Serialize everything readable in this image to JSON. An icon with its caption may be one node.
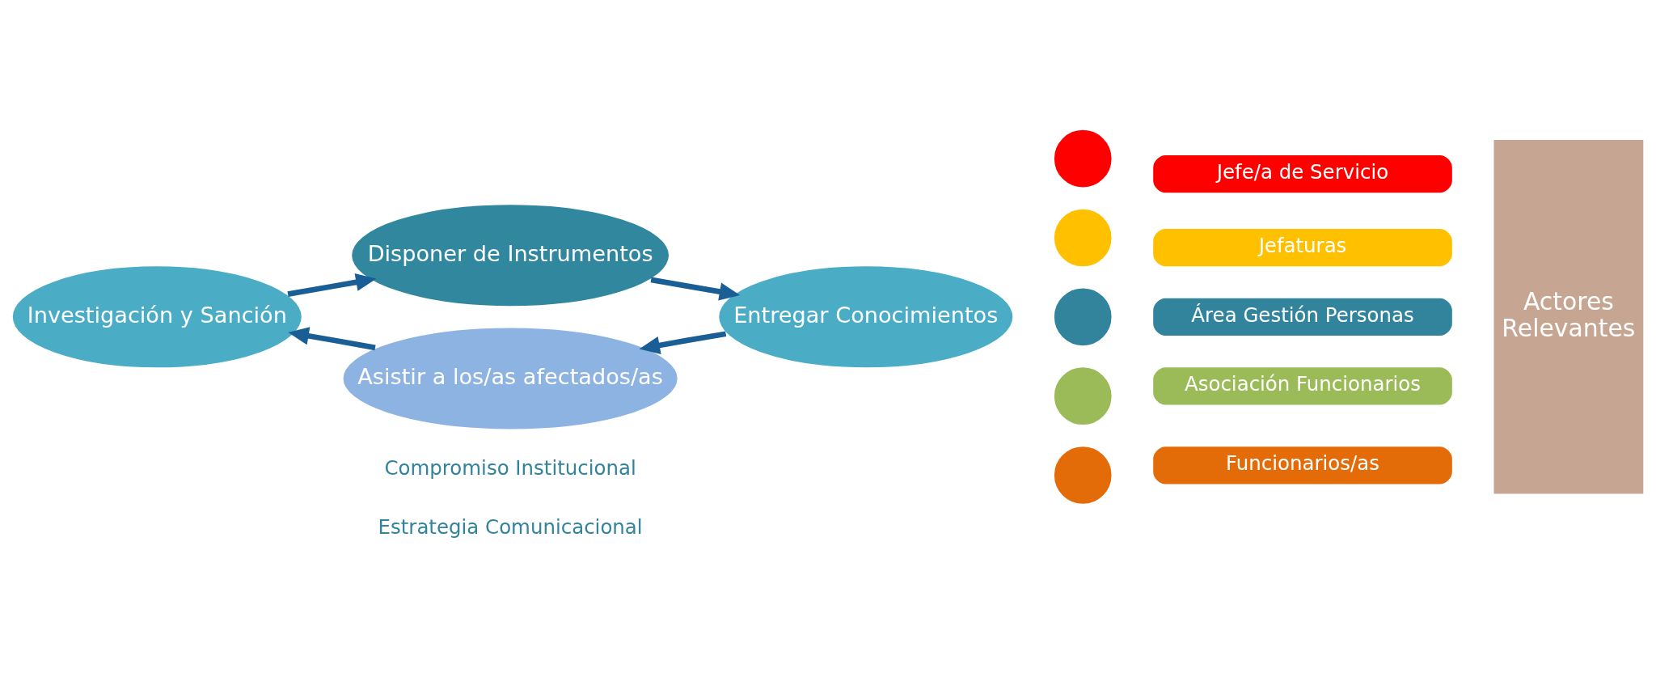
{
  "diagram": {
    "nodes": [
      {
        "text": [
          "Disponer de Instrumentos"
        ]
      },
      {
        "text": [
          "Investigación y Sanción"
        ]
      },
      {
        "text": [
          "Entregar Conocimientos"
        ]
      },
      {
        "text": [
          "Asistir a los/as afectados/as"
        ]
      },
      {
        "text": [],
        "shape": "circle"
      },
      {
        "text": [
          "Jefe/a de Servicio"
        ]
      },
      {
        "text": [],
        "shape": "circle"
      },
      {
        "text": [
          "Jefaturas"
        ]
      },
      {
        "text": [],
        "shape": "circle"
      },
      {
        "text": [
          "Área Gestión Personas"
        ]
      },
      {
        "text": [],
        "shape": "circle"
      },
      {
        "text": [
          "Asociación Funcionarios"
        ]
      },
      {
        "text": [],
        "shape": "circle"
      },
      {
        "text": [
          "Funcionarios/as"
        ]
      },
      {
        "text": [
          "Actores Relevantes"
        ]
      }
    ],
    "edges": [
      {
        "from": 1,
        "to": 0,
        "arrow": "to"
      },
      {
        "from": 0,
        "to": 2,
        "arrow": "to"
      },
      {
        "from": 2,
        "to": 3,
        "arrow": "to"
      },
      {
        "from": 3,
        "to": 1,
        "arrow": "to"
      }
    ],
    "labels": [
      "Compromiso Institucional",
      "Estrategia Comunicacional"
    ]
  }
}
